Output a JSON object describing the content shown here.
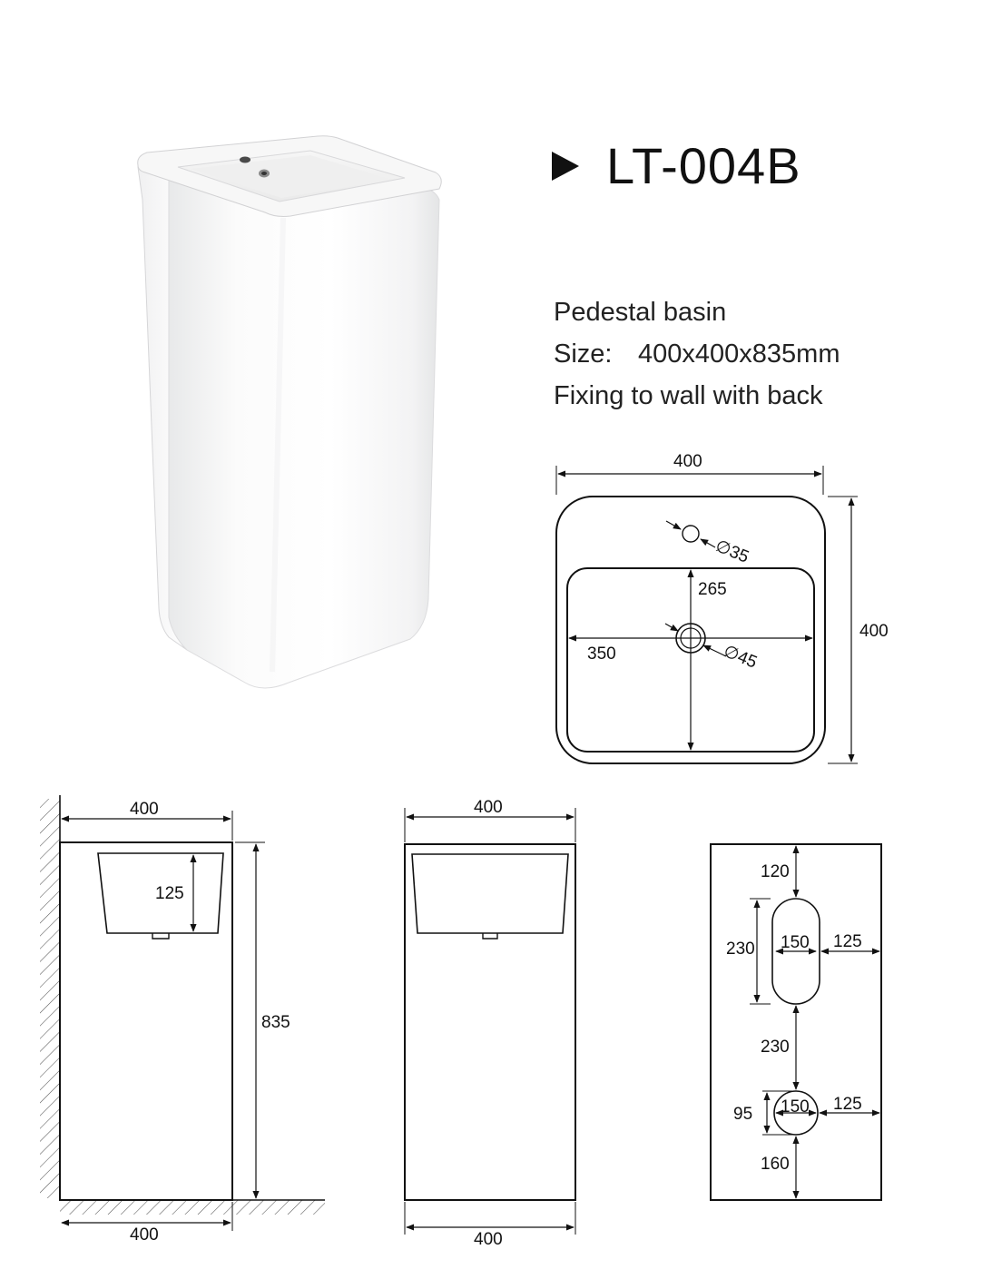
{
  "header": {
    "model": "LT-004B"
  },
  "specs": {
    "type": "Pedestal basin",
    "size_label": "Size:",
    "size_value": "400x400x835mm",
    "fixing": "Fixing to wall with back"
  },
  "top_view": {
    "width": "400",
    "depth": "400",
    "tap_hole": "∅35",
    "drain_hole": "∅45",
    "bowl_depth": "265",
    "bowl_width": "350"
  },
  "side_view": {
    "width_top": "400",
    "width_bottom": "400",
    "bowl_depth": "125",
    "height": "835"
  },
  "front_view": {
    "width_top": "400",
    "width_bottom": "400"
  },
  "back_view": {
    "top_gap": "120",
    "slot_height": "230",
    "slot_width": "150",
    "slot_side": "125",
    "gap_between": "230",
    "hole_diameter": "150",
    "hole_side": "125",
    "hole_vertical": "95",
    "bottom_gap": "160"
  }
}
